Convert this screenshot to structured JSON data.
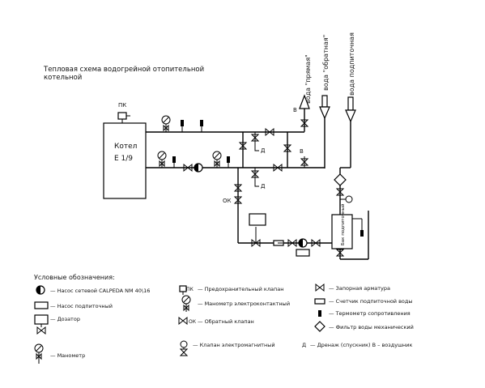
{
  "title": {
    "line1": "Тепловая схема водогрейной отопительной",
    "line2": "котельной"
  },
  "boiler": {
    "name": "Котел",
    "model": "Е 1/9"
  },
  "labels": {
    "pk": "ПК",
    "ok": "ОК",
    "v": "В",
    "d": "Д"
  },
  "arrows": {
    "supply": "вода \"прямая\"",
    "return": "вода \"обратная\"",
    "makeup": "вода подпиточная"
  },
  "tank": {
    "label": "Бак подпиточный"
  },
  "legend": {
    "heading": "Условные обозначения:",
    "items": {
      "pump": "— Насос сетевой CALPEDA NM 40\\16",
      "makeup_pump": "— Насос подпиточный",
      "dosing": "— Дозатор",
      "manometer": "— Манометр",
      "safety_valve": "— Предохранительный клапан",
      "contact_manometer": "— Манометр электроконтактный",
      "check_valve": "— Обратный клапан",
      "solenoid_valve": "— Клапан электромагнитный",
      "shutoff": "— Запорная арматура",
      "water_meter": "— Счетчик подпиточной воды",
      "thermometer": "— Термометр сопротивления",
      "filter": "— Фильтр воды механический",
      "drain": "— Дренаж (спускник) В – воздушник"
    }
  }
}
